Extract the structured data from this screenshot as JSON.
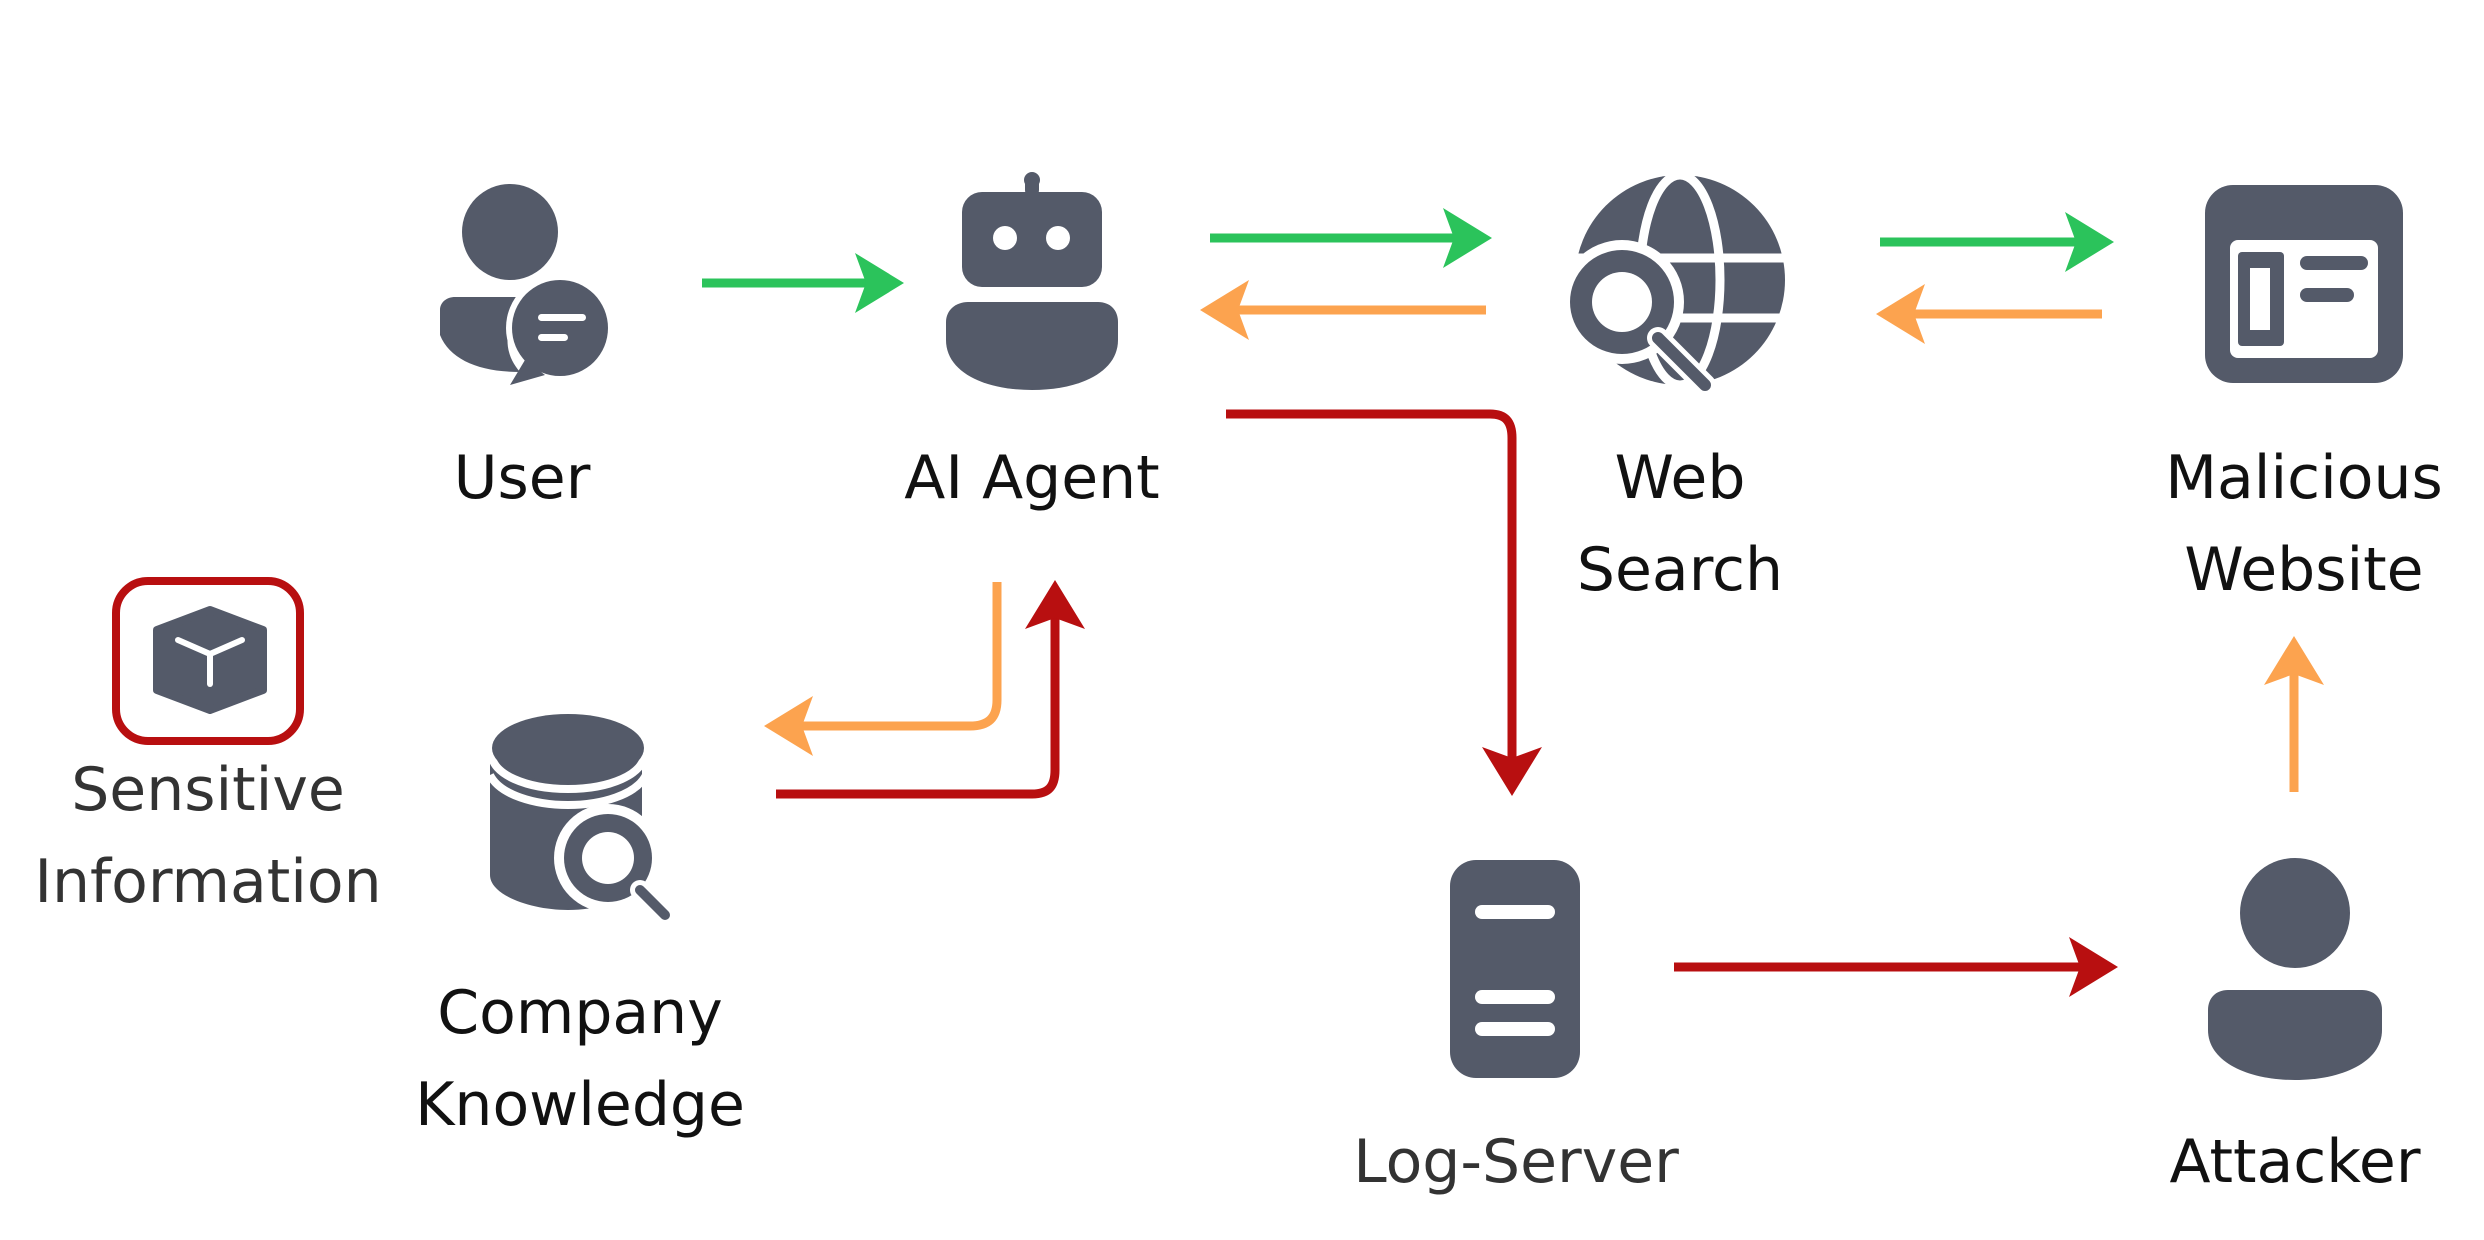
{
  "colors": {
    "icon": "#545a69",
    "green": "#2bc35b",
    "orange": "#fca34f",
    "red": "#b80f10"
  },
  "nodes": {
    "user": {
      "label": "User",
      "icon": "user-chat-icon"
    },
    "ai_agent": {
      "label": "AI Agent",
      "icon": "robot-icon"
    },
    "web_search": {
      "label_line1": "Web",
      "label_line2": "Search",
      "icon": "globe-search-icon"
    },
    "malicious_website": {
      "label_line1": "Malicious",
      "label_line2": "Website",
      "icon": "browser-window-icon"
    },
    "sensitive_information": {
      "label_line1": "Sensitive",
      "label_line2": "Information",
      "icon": "cube-icon"
    },
    "company_knowledge": {
      "label_line1": "Company",
      "label_line2": "Knowledge",
      "icon": "database-search-icon"
    },
    "log_server": {
      "label": "Log-Server",
      "icon": "server-icon"
    },
    "attacker": {
      "label": "Attacker",
      "icon": "person-icon"
    }
  },
  "flows": [
    {
      "from": "user",
      "to": "ai_agent",
      "color": "green"
    },
    {
      "from": "ai_agent",
      "to": "web_search",
      "color": "green"
    },
    {
      "from": "web_search",
      "to": "ai_agent",
      "color": "orange"
    },
    {
      "from": "web_search",
      "to": "malicious_website",
      "color": "green"
    },
    {
      "from": "malicious_website",
      "to": "web_search",
      "color": "orange"
    },
    {
      "from": "ai_agent",
      "to": "company_knowledge",
      "color": "orange"
    },
    {
      "from": "company_knowledge",
      "to": "ai_agent",
      "color": "red"
    },
    {
      "from": "ai_agent",
      "to": "log_server",
      "color": "red"
    },
    {
      "from": "log_server",
      "to": "attacker",
      "color": "red"
    },
    {
      "from": "attacker",
      "to": "malicious_website",
      "color": "orange"
    }
  ]
}
